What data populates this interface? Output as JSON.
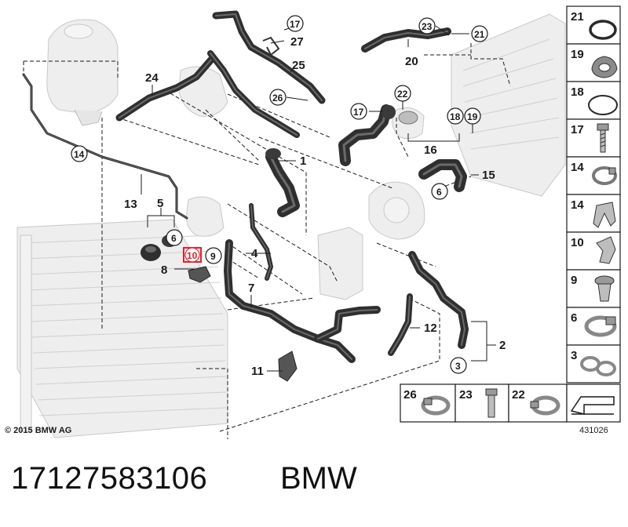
{
  "diagram": {
    "callouts": [
      {
        "id": "c1",
        "label": "1"
      },
      {
        "id": "c2",
        "label": "2"
      },
      {
        "id": "c3",
        "label": "3"
      },
      {
        "id": "c4",
        "label": "4"
      },
      {
        "id": "c5",
        "label": "5"
      },
      {
        "id": "c6a",
        "label": "6"
      },
      {
        "id": "c6b",
        "label": "6"
      },
      {
        "id": "c7",
        "label": "7"
      },
      {
        "id": "c8",
        "label": "8"
      },
      {
        "id": "c9",
        "label": "9"
      },
      {
        "id": "c10",
        "label": "10"
      },
      {
        "id": "c11",
        "label": "11"
      },
      {
        "id": "c12",
        "label": "12"
      },
      {
        "id": "c13",
        "label": "13"
      },
      {
        "id": "c14",
        "label": "14"
      },
      {
        "id": "c15",
        "label": "15"
      },
      {
        "id": "c16",
        "label": "16"
      },
      {
        "id": "c17a",
        "label": "17"
      },
      {
        "id": "c17b",
        "label": "17"
      },
      {
        "id": "c18",
        "label": "18"
      },
      {
        "id": "c19",
        "label": "19"
      },
      {
        "id": "c20",
        "label": "20"
      },
      {
        "id": "c21",
        "label": "21"
      },
      {
        "id": "c22",
        "label": "22"
      },
      {
        "id": "c23",
        "label": "23"
      },
      {
        "id": "c24",
        "label": "24"
      },
      {
        "id": "c25",
        "label": "25"
      },
      {
        "id": "c26",
        "label": "26"
      },
      {
        "id": "c27",
        "label": "27"
      }
    ],
    "highlighted_part": "10",
    "copyright": "© 2015 BMW AG",
    "diagram_number": "431026"
  },
  "legend": {
    "right_column": [
      "21",
      "19",
      "18",
      "17",
      "14",
      "14",
      "10",
      "9",
      "6",
      "3"
    ],
    "bottom_row": [
      "26",
      "23",
      "22"
    ]
  },
  "footer": {
    "part_number": "17127583106",
    "brand": "BMW"
  },
  "colors": {
    "highlight": "#e0212b",
    "ink": "#1a1a1a",
    "ghost": "#e6e6e6"
  }
}
